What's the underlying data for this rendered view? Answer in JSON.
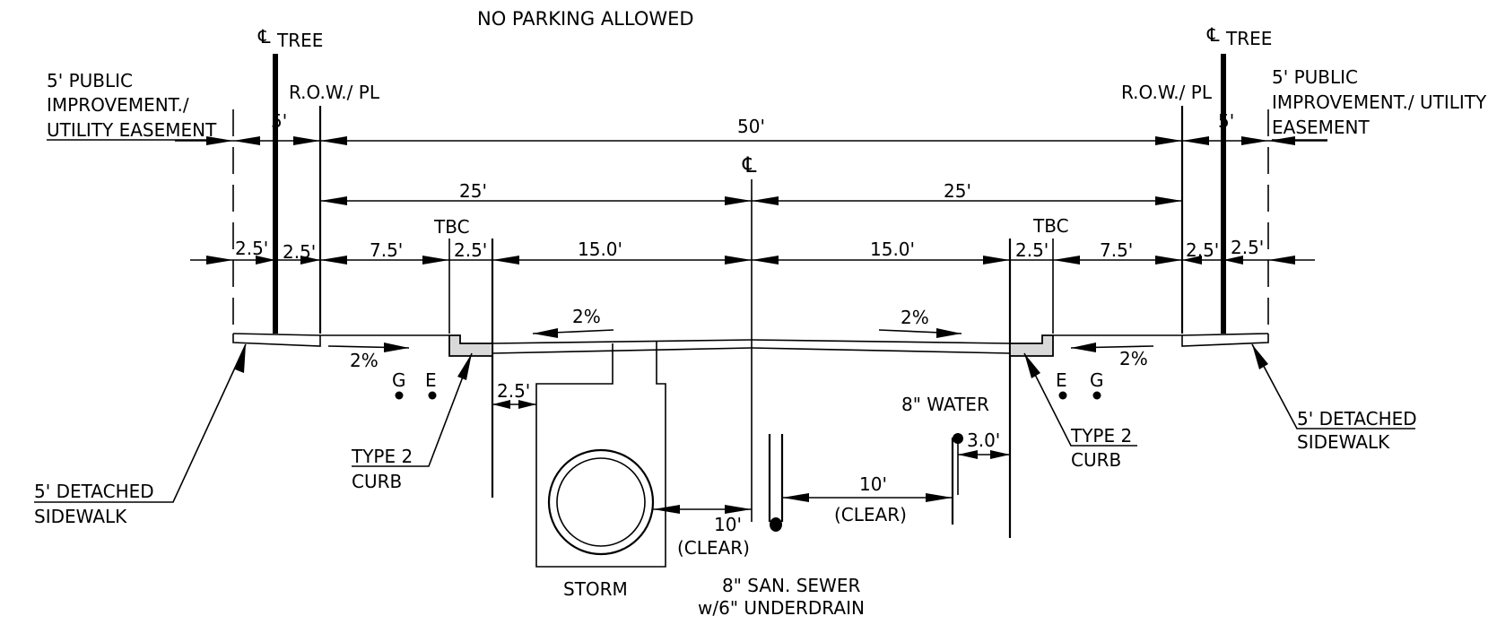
{
  "title": "NO PARKING ALLOWED",
  "centerline_symbol": "℄",
  "labels": {
    "cl_tree_left": "TREE",
    "cl_tree_right": "TREE",
    "easement_left": [
      "5' PUBLIC",
      "IMPROVEMENT./",
      "UTILITY EASEMENT"
    ],
    "easement_right": [
      "5' PUBLIC",
      "IMPROVEMENT./ UTILITY",
      "EASEMENT"
    ],
    "row_left": "R.O.W./ PL",
    "row_right": "R.O.W./ PL",
    "tbc_left": "TBC",
    "tbc_right": "TBC",
    "sidewalk_left": [
      "5' DETACHED",
      "SIDEWALK"
    ],
    "sidewalk_right": [
      "5' DETACHED",
      "SIDEWALK"
    ],
    "curb_left": [
      "TYPE 2",
      "CURB"
    ],
    "curb_right": [
      "TYPE 2",
      "CURB"
    ],
    "gas_left": "G",
    "elec_left": "E",
    "elec_right": "E",
    "gas_right": "G",
    "water": "8\" WATER",
    "storm": "STORM",
    "sewer": [
      "8\" SAN. SEWER",
      "w/6\" UNDERDRAIN"
    ],
    "clear_left": [
      "10'",
      "(CLEAR)"
    ],
    "clear_right": [
      "10'",
      "(CLEAR)"
    ]
  },
  "dimensions": {
    "row_width": "50'",
    "half_left": "25'",
    "half_right": "25'",
    "tree_offset_left": "5'",
    "tree_offset_right": "5'",
    "easement_left_a": "2.5'",
    "easement_left_b": "2.5'",
    "walk_left": "7.5'",
    "curb_left": "2.5'",
    "lane_left": "15.0'",
    "lane_right": "15.0'",
    "curb_right": "2.5'",
    "walk_right": "7.5'",
    "easement_right_a": "2.5'",
    "easement_right_b": "2.5'",
    "storm_offset": "2.5'",
    "water_offset": "3.0'"
  },
  "slopes": {
    "lane_left": "2%",
    "lane_right": "2%",
    "walk_left": "2%",
    "walk_right": "2%"
  }
}
